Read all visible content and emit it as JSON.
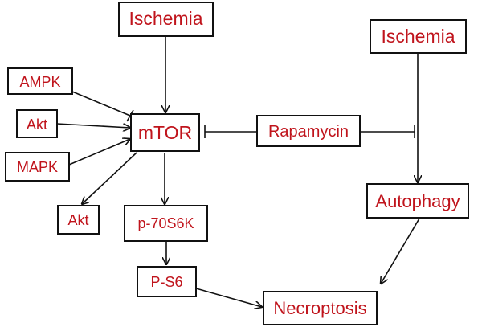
{
  "colors": {
    "text": "#c0141c",
    "stroke": "#111111",
    "background": "#ffffff"
  },
  "nodes": {
    "ischemia_top": "Ischemia",
    "ischemia_right": "Ischemia",
    "ampk": "AMPK",
    "akt_left": "Akt",
    "mapk": "MAPK",
    "mtor": "mTOR",
    "rapamycin": "Rapamycin",
    "akt_bottom": "Akt",
    "p70s6k": "p-70S6K",
    "autophagy": "Autophagy",
    "ps6": "P-S6",
    "necroptosis": "Necroptosis"
  },
  "edges": [
    {
      "from": "ischemia_top",
      "to": "mtor",
      "type": "activation"
    },
    {
      "from": "ampk",
      "to": "mtor",
      "type": "inhibition"
    },
    {
      "from": "akt_left",
      "to": "mtor",
      "type": "activation"
    },
    {
      "from": "mapk",
      "to": "mtor",
      "type": "activation"
    },
    {
      "from": "rapamycin",
      "to": "mtor",
      "type": "inhibition"
    },
    {
      "from": "rapamycin",
      "to": "autophagy_pathway",
      "type": "inhibition"
    },
    {
      "from": "mtor",
      "to": "akt_bottom",
      "type": "activation"
    },
    {
      "from": "mtor",
      "to": "p70s6k",
      "type": "activation"
    },
    {
      "from": "p70s6k",
      "to": "ps6",
      "type": "activation"
    },
    {
      "from": "ischemia_right",
      "to": "autophagy",
      "type": "activation"
    },
    {
      "from": "ps6",
      "to": "necroptosis",
      "type": "activation"
    },
    {
      "from": "autophagy",
      "to": "necroptosis",
      "type": "activation"
    }
  ]
}
